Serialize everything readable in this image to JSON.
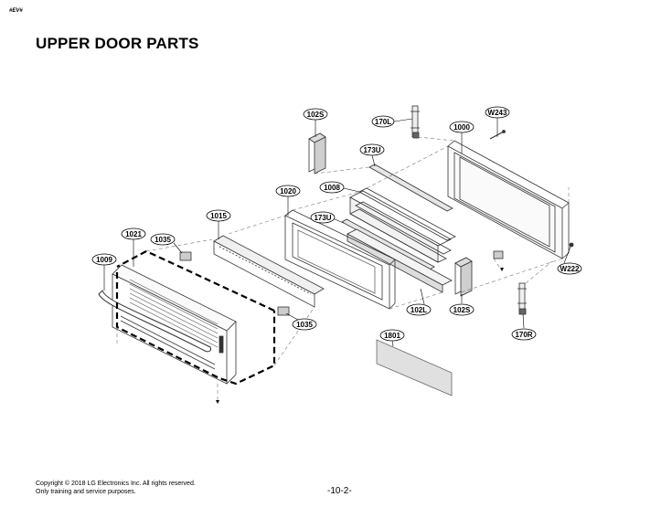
{
  "header": {
    "tag": "#EV#",
    "title": "UPPER DOOR PARTS"
  },
  "footer": {
    "copyright": "Copyright © 2018 LG Electronics Inc. All rights reserved.",
    "note": "Only training and service purposes.",
    "page": "-10-2-"
  },
  "parts": {
    "p102S_top": "102S",
    "p170L": "170L",
    "pW243": "W243",
    "p1000": "1000",
    "p173U_top": "173U",
    "p1008": "1008",
    "p1020": "1020",
    "p173U_mid": "173U",
    "p1015": "1015",
    "p1021": "1021",
    "p1035_top": "1035",
    "p1009": "1009",
    "pW222": "W222",
    "p1035_bot": "1035",
    "p102L": "102L",
    "p102S_bot": "102S",
    "p170R": "170R",
    "p1801": "1801"
  }
}
